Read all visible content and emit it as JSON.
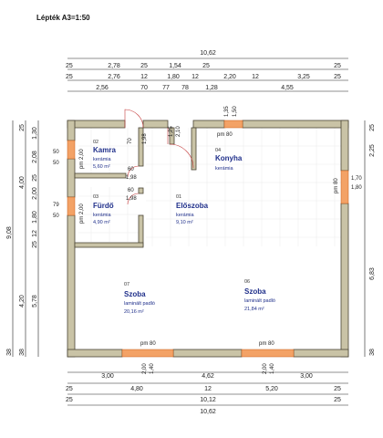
{
  "title": "Lépték A3=1:50",
  "top_dims": {
    "row1": [
      "25",
      "2,78",
      "25",
      "1,54",
      "25",
      "10,62"
    ],
    "row2": [
      "25",
      "2,76",
      "12",
      "1,80",
      "12",
      "2,20",
      "12",
      "3,25",
      "25"
    ],
    "row3": [
      "2,56",
      "70",
      "77",
      "78",
      "1,28",
      "4,55"
    ]
  },
  "bottom_dims": {
    "row1": [
      "3,00",
      "4,62",
      "3,00"
    ],
    "row2": [
      "25",
      "4,80",
      "12",
      "5,20",
      "25"
    ],
    "row3": [
      "25",
      "10,12",
      "25"
    ],
    "total": "10,62"
  },
  "left_dims": {
    "outer": [
      "9,08",
      "38"
    ],
    "mid": [
      "4,00",
      "4,20",
      "38",
      "25"
    ],
    "inner": [
      "1,30",
      "2,08",
      "25",
      "2,00",
      "1,80",
      "12",
      "25",
      "5,78"
    ],
    "small": [
      "25",
      "25",
      "12",
      "38",
      "25"
    ]
  },
  "right_dims": [
    "2,25",
    "6,83",
    "38",
    "25"
  ],
  "openings": {
    "kamra_window": {
      "w": "50",
      "h": "50"
    },
    "furdo_window": {
      "w": "79",
      "h": "50"
    },
    "kamra_pm": "pm 2,00",
    "furdo_pm": "pm 2,00",
    "konyha_top_pm": "pm 80",
    "right_pm": "pm 80",
    "right_window": {
      "w": "1,70",
      "h": "1,80"
    },
    "top_window": {
      "w": "1,35",
      "h": "1,50"
    },
    "bottom_pm_left": "pm 80",
    "bottom_pm_right": "pm 80",
    "bottom_win_left": {
      "w": "2,00",
      "h": "1,40"
    },
    "bottom_win_right": {
      "w": "2,00",
      "h": "1,40"
    },
    "door_kamra": {
      "w": "70",
      "h": "1,98"
    },
    "door_konyha_top": {
      "w": "1,25",
      "h": "2,10"
    },
    "door_eloszoba1": {
      "w": "60",
      "h": "1,98"
    },
    "door_eloszoba2": {
      "w": "60",
      "h": "1,98"
    }
  },
  "rooms": [
    {
      "num": "02",
      "name": "Kamra",
      "floor": "kerámia",
      "area": "5,60 m²"
    },
    {
      "num": "04",
      "name": "Konyha",
      "floor": "kerámia",
      "area": ""
    },
    {
      "num": "03",
      "name": "Fürdő",
      "floor": "kerámia",
      "area": "4,90 m²"
    },
    {
      "num": "01",
      "name": "Előszoba",
      "floor": "kerámia",
      "area": "9,10 m²"
    },
    {
      "num": "07",
      "name": "Szoba",
      "floor": "laminált padló",
      "area": "20,16 m²"
    },
    {
      "num": "06",
      "name": "Szoba",
      "floor": "laminált padló",
      "area": "21,84 m²"
    }
  ]
}
